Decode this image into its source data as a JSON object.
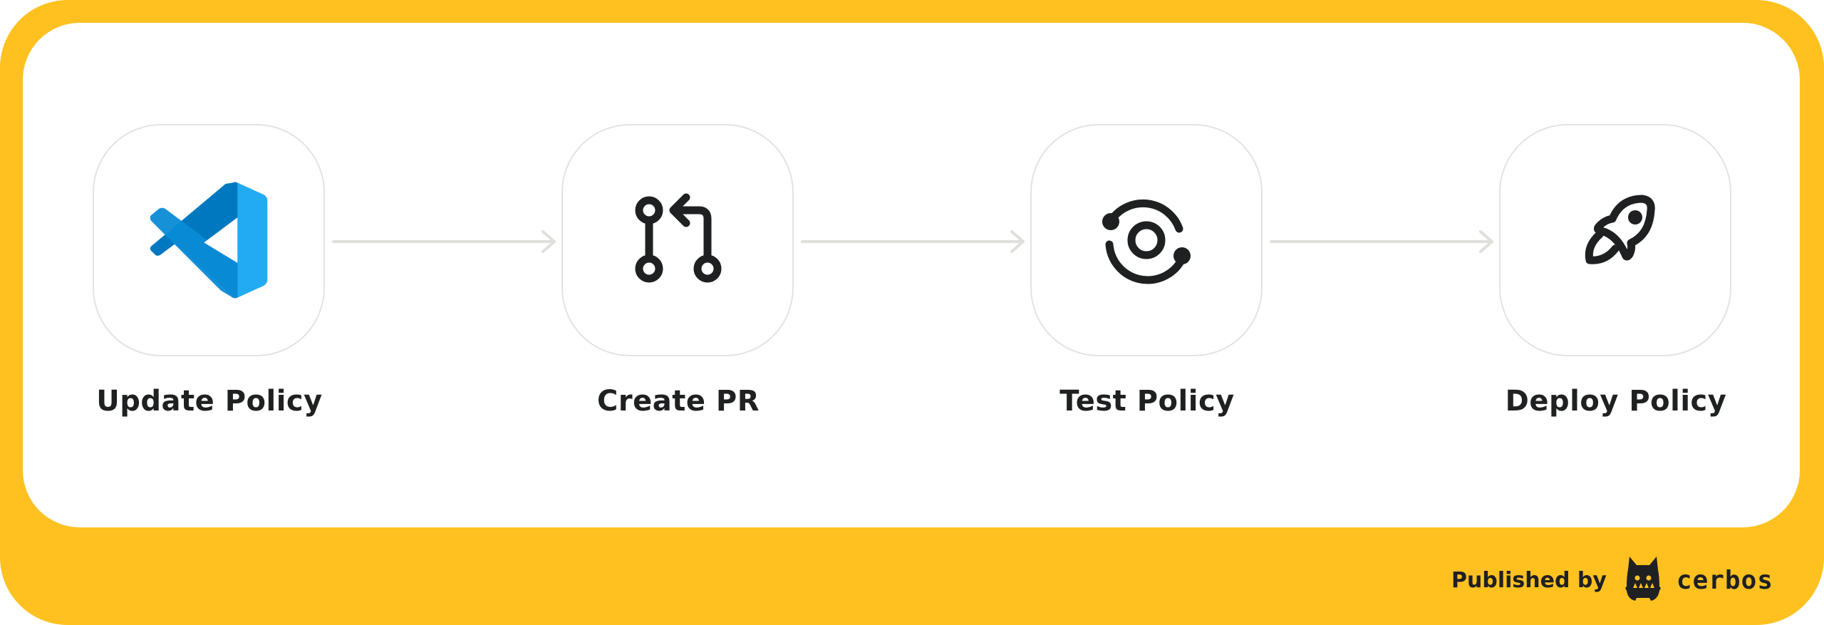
{
  "colors": {
    "frame": "#FEC120",
    "panel": "#FFFFFF",
    "tile_border": "#E4E3E0",
    "arrow": "#E0DFDC",
    "text": "#1F2022",
    "vscode_dark": "#0065A9",
    "vscode_mid": "#007ACC",
    "vscode_light": "#1F9CF0"
  },
  "steps": [
    {
      "label": "Update Policy",
      "icon": "vscode-icon"
    },
    {
      "label": "Create PR",
      "icon": "git-pull-request-icon"
    },
    {
      "label": "Test Policy",
      "icon": "test-cycle-icon"
    },
    {
      "label": "Deploy Policy",
      "icon": "rocket-icon"
    }
  ],
  "arrows": [
    {
      "from": "Update Policy",
      "to": "Create PR"
    },
    {
      "from": "Create PR",
      "to": "Test Policy"
    },
    {
      "from": "Test Policy",
      "to": "Deploy Policy"
    }
  ],
  "footer": {
    "published_label": "Published by",
    "brand_name": "cerbos",
    "brand_icon": "cerbos-mascot-icon"
  }
}
